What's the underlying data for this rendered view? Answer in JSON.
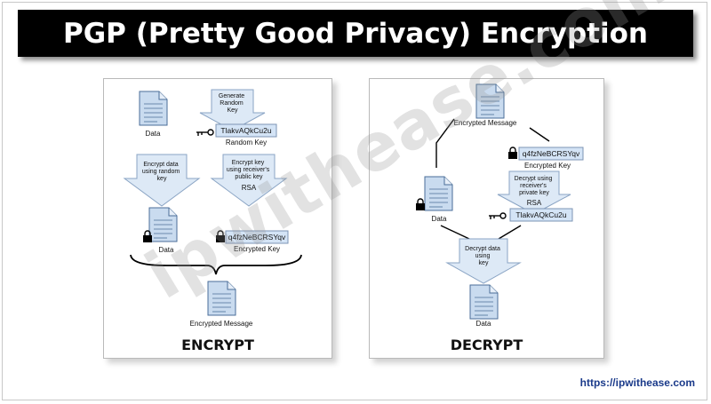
{
  "title": "PGP (Pretty Good Privacy) Encryption",
  "watermark": "ipwithease.com",
  "site_url": "https://ipwithease.com",
  "encrypt": {
    "heading": "ENCRYPT",
    "data_label": "Data",
    "generate_key_arrow": "Generate\nRandom\nKey",
    "random_key_value": "TlakvAQkCu2u",
    "random_key_label": "Random Key",
    "encrypt_data_arrow": "Encrypt data\nusing random\nkey",
    "encrypt_key_arrow": "Encrypt key\nusing receiver's\npublic key",
    "rsa_label": "RSA",
    "encrypted_data_label": "Data",
    "encrypted_key_value": "q4fzNeBCRSYqv",
    "encrypted_key_label": "Encrypted Key",
    "encrypted_message_label": "Encrypted Message"
  },
  "decrypt": {
    "heading": "DECRYPT",
    "encrypted_message_label": "Encrypted Message",
    "encrypted_key_value": "q4fzNeBCRSYqv",
    "encrypted_key_label": "Encrypted Key",
    "decrypt_key_arrow": "Decrypt using\nreceiver's\nprivate key",
    "rsa_label": "RSA",
    "data_label": "Data",
    "random_key_value": "TlakvAQkCu2u",
    "decrypt_data_arrow": "Decrypt data\nusing\nkey",
    "output_data_label": "Data"
  },
  "colors": {
    "doc_fill": "#c9dbef",
    "doc_stroke": "#4a6e98",
    "arrow_fill": "#dde9f6",
    "arrow_stroke": "#8aa4c4",
    "keybox_fill": "#d4e4f6",
    "keybox_stroke": "#7d94b4"
  }
}
